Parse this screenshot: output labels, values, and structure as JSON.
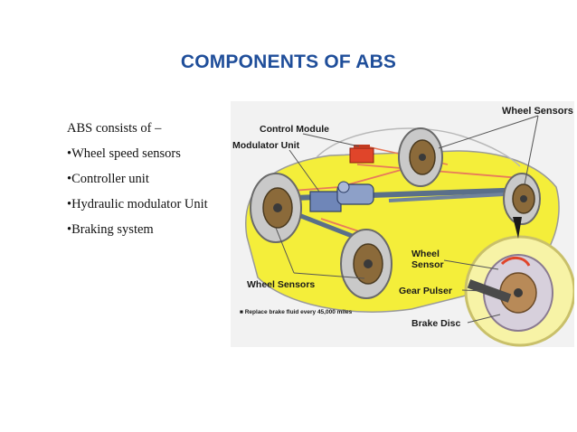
{
  "slide": {
    "title": "COMPONENTS OF ABS",
    "intro": "ABS consists of –",
    "bullets": [
      "•Wheel speed sensors",
      "•Controller unit",
      "•Hydraulic modulator Unit",
      "•Braking system"
    ]
  },
  "diagram": {
    "labels": {
      "wheel_sensors_top": "Wheel Sensors",
      "control_module": "Control Module",
      "modulator_unit": "Modulator Unit",
      "wheel_sensor": "Wheel",
      "wheel_sensor_2": "Sensor",
      "gear_pulser": "Gear Pulser",
      "wheel_sensors_bottom": "Wheel Sensors",
      "footnote": "■  Replace brake fluid every 45,000 miles",
      "brake_disc": "Brake Disc"
    },
    "colors": {
      "car_body": "#f4ee3a",
      "brake_line": "#e87a5a",
      "wire": "#5a6f8a",
      "background": "#f2f2f2"
    }
  }
}
